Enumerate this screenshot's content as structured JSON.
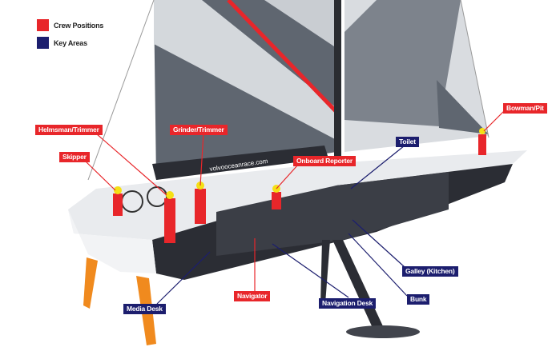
{
  "legend": [
    {
      "label": "Crew Positions",
      "color": "#e8262a"
    },
    {
      "label": "Key Areas",
      "color": "#1c1e6e"
    }
  ],
  "sail_text": "volvooceanrace.com",
  "labels": [
    {
      "id": "helmsman-trimmer",
      "text": "Helmsman/Trimmer",
      "kind": "crew"
    },
    {
      "id": "grinder-trimmer",
      "text": "Grinder/Trimmer",
      "kind": "crew"
    },
    {
      "id": "skipper",
      "text": "Skipper",
      "kind": "crew"
    },
    {
      "id": "onboard-reporter",
      "text": "Onboard Reporter",
      "kind": "crew"
    },
    {
      "id": "bowman-pit",
      "text": "Bowman/Pit",
      "kind": "crew"
    },
    {
      "id": "navigator",
      "text": "Navigator",
      "kind": "crew"
    },
    {
      "id": "toilet",
      "text": "Toilet",
      "kind": "key"
    },
    {
      "id": "galley",
      "text": "Galley (Kitchen)",
      "kind": "key"
    },
    {
      "id": "bunk",
      "text": "Bunk",
      "kind": "key"
    },
    {
      "id": "navigation-desk",
      "text": "Navigation Desk",
      "kind": "key"
    },
    {
      "id": "media-desk",
      "text": "Media Desk",
      "kind": "key"
    }
  ],
  "colors": {
    "crew": "#e8262a",
    "key": "#1c1e6e",
    "hull_dark": "#2b2d34",
    "sail_grey": "#5f6670",
    "sail_light": "#d9dce0",
    "rudder": "#f08a1e"
  }
}
